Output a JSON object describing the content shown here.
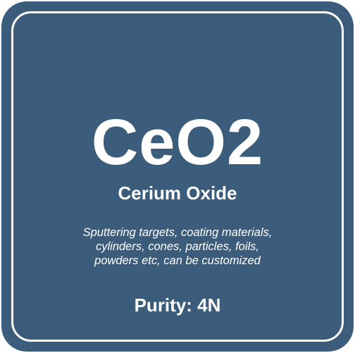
{
  "tile": {
    "background_color": "#3b5c7a",
    "border_color": "#ffffff",
    "formula": "CeO2",
    "name": "Cerium Oxide",
    "description_lines": [
      "Sputtering targets, coating materials,",
      "cylinders, cones, particles, foils,",
      "powders etc, can be customized"
    ],
    "purity": "Purity: 4N"
  }
}
